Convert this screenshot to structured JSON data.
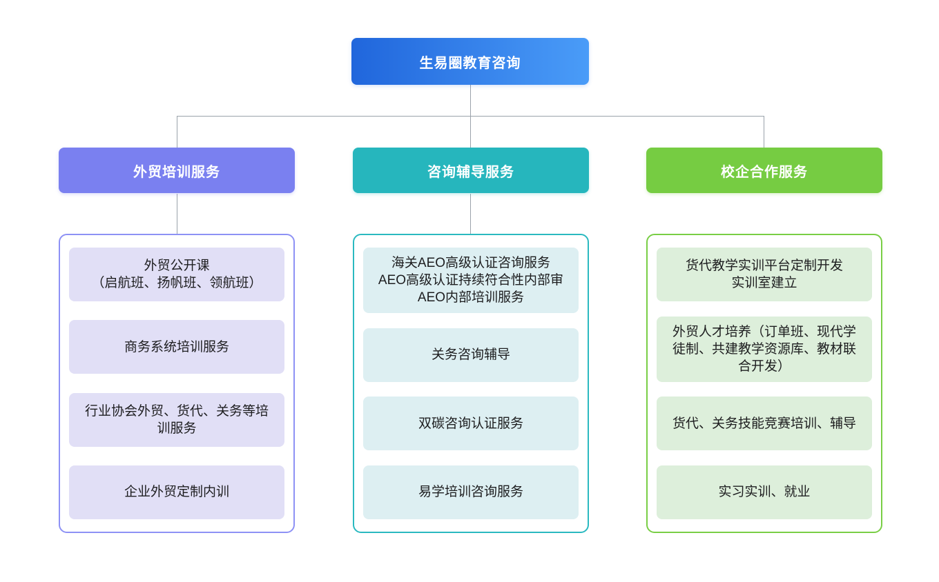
{
  "root": {
    "label": "生易圈教育咨询",
    "gradient_start": "#2066dc",
    "gradient_end": "#4a9cf8"
  },
  "connector_color": "#9aa2aa",
  "branches": [
    {
      "label": "外贸培训服务",
      "header_color": "#7a80f0",
      "border_color": "#8d91f5",
      "item_bg": "#e1dff6",
      "items": [
        "外贸公开课\n（启航班、扬帆班、领航班）",
        "商务系统培训服务",
        "行业协会外贸、货代、关务等培训服务",
        "企业外贸定制内训"
      ]
    },
    {
      "label": "咨询辅导服务",
      "header_color": "#26b6bd",
      "border_color": "#2ab9c0",
      "item_bg": "#ddeff2",
      "items": [
        "海关AEO高级认证咨询服务\nAEO高级认证持续符合性内部审\nAEO内部培训服务",
        "关务咨询辅导",
        "双碳咨询认证服务",
        "易学培训咨询服务"
      ]
    },
    {
      "label": "校企合作服务",
      "header_color": "#76cc42",
      "border_color": "#79ce45",
      "item_bg": "#ddefdb",
      "items": [
        "货代教学实训平台定制开发\n实训室建立",
        "外贸人才培养（订单班、现代学徒制、共建教学资源库、教材联合开发）",
        "货代、关务技能竞赛培训、辅导",
        "实习实训、就业"
      ]
    }
  ]
}
